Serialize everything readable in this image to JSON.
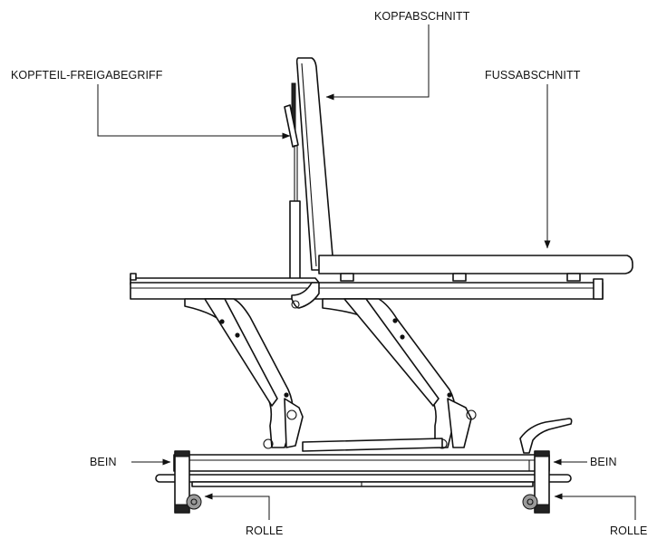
{
  "labels": {
    "kopfabschnitt": "KOPFABSCHNITT",
    "kopfteil_freigabegriff": "KOPFTEIL-FREIGABEGRIFF",
    "fussabschnitt": "FUSSABSCHNITT",
    "bein_left": "BEIN",
    "bein_right": "BEIN",
    "rolle_left": "ROLLE",
    "rolle_right": "ROLLE"
  }
}
